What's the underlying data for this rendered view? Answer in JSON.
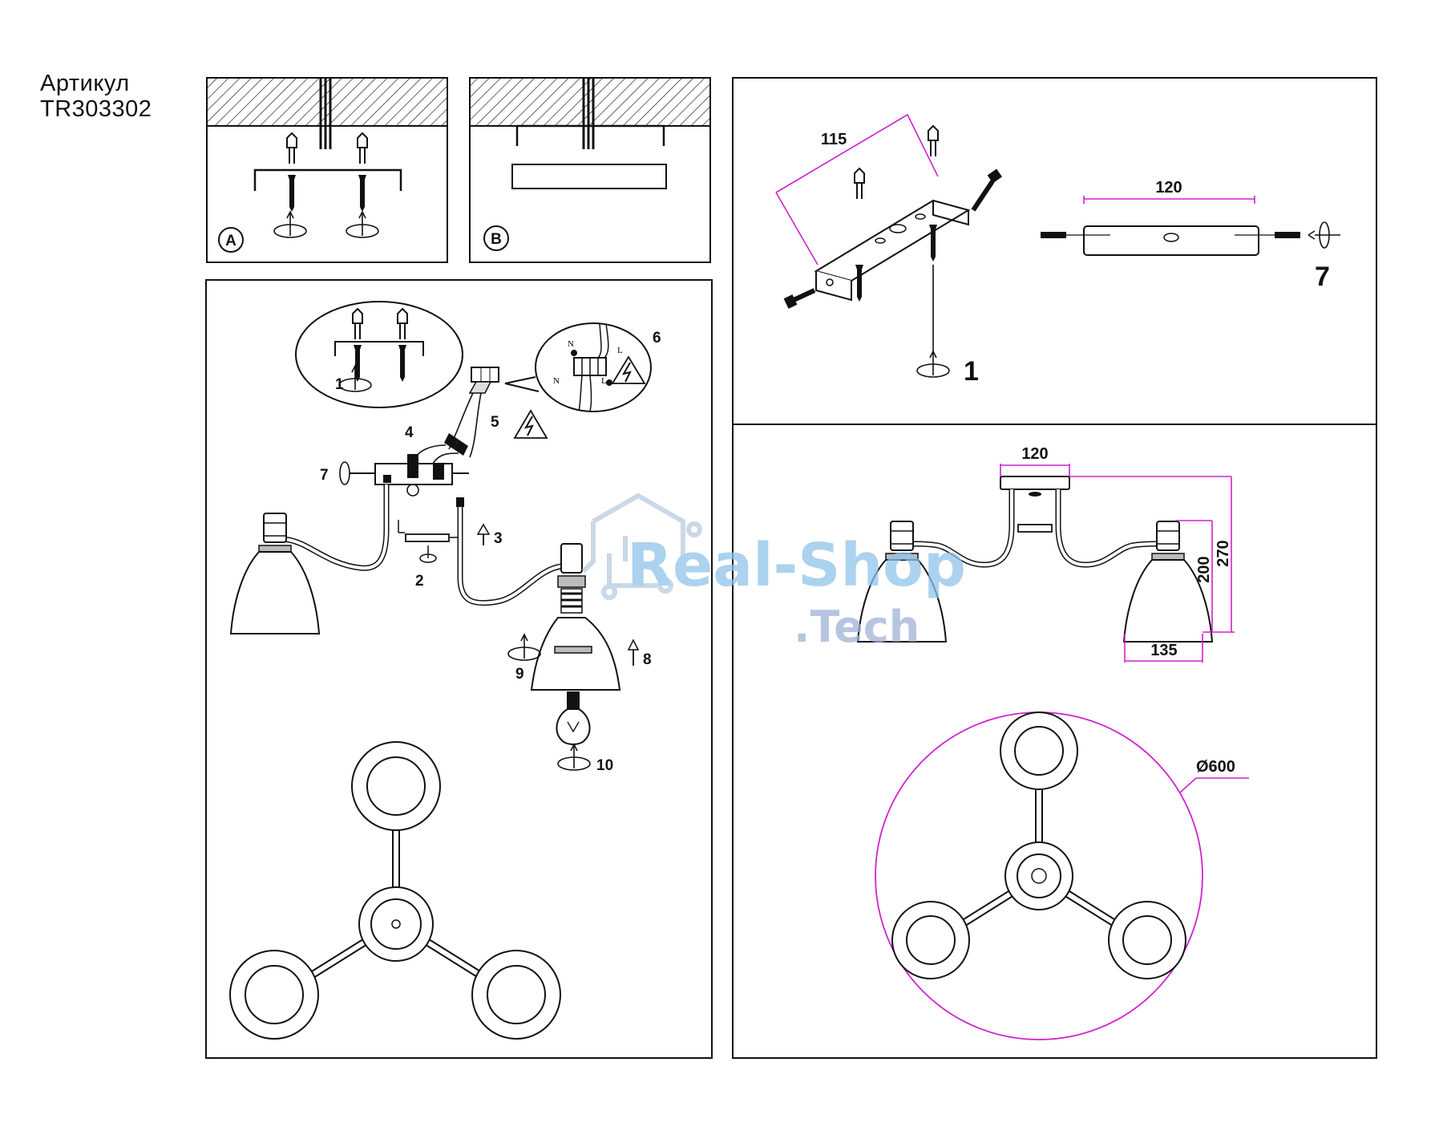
{
  "header": {
    "article_label": "Артикул",
    "article_code": "TR303302"
  },
  "panels": {
    "a": {
      "badge": "A"
    },
    "b": {
      "badge": "B"
    }
  },
  "assembly_steps": [
    "1",
    "2",
    "3",
    "4",
    "5",
    "6",
    "7",
    "8",
    "9",
    "10"
  ],
  "wiring_letters": {
    "neutral": "N",
    "live": "L"
  },
  "bracket_detail": {
    "length": "115",
    "step": "1"
  },
  "plate_detail": {
    "length": "120",
    "step": "7"
  },
  "dimensions": {
    "width": "120",
    "height_total": "270",
    "height_shade": "200",
    "shade_width": "135",
    "diameter": "Ø600"
  },
  "watermark": {
    "brand": "Real-Shop",
    "domain": ".Tech"
  },
  "colors": {
    "line": "#111111",
    "dimension": "#d020d0",
    "watermark": "#8fc3ea"
  }
}
